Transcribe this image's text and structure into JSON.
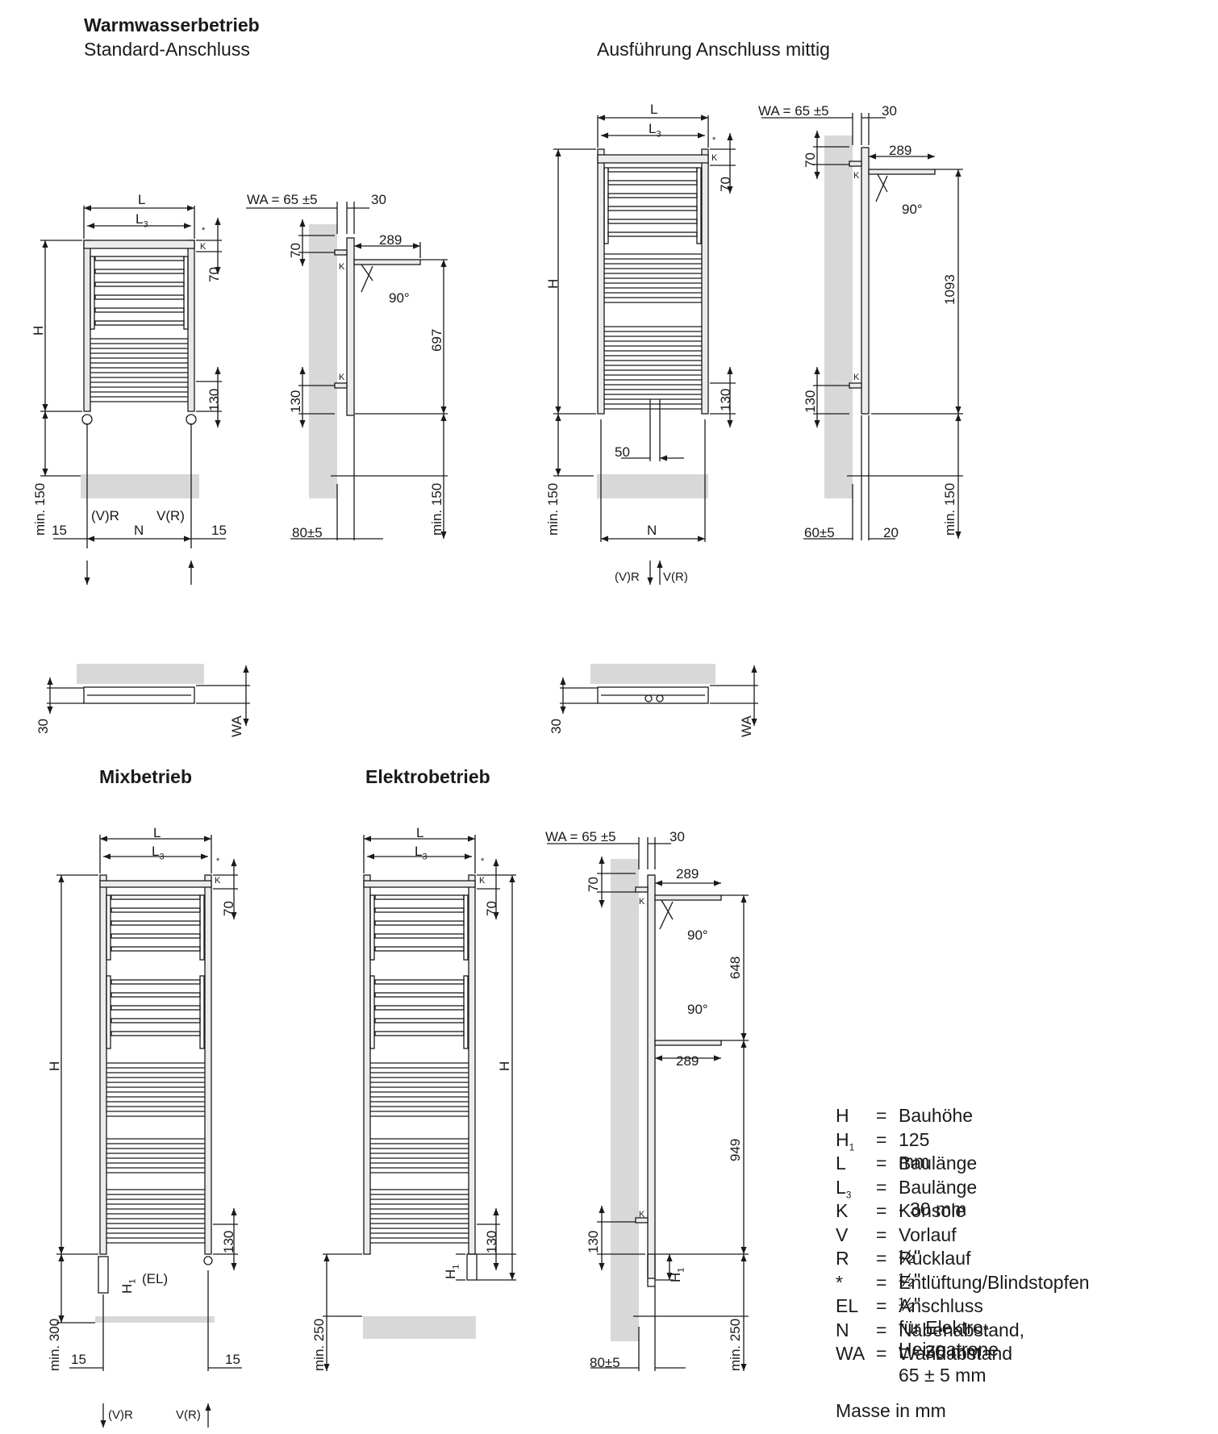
{
  "sections": {
    "warm_title": "Warmwasserbetrieb",
    "warm_subtitle": "Standard-Anschluss",
    "mittig_title": "Ausführung Anschluss mittig",
    "mix_title": "Mixbetrieb",
    "elektro_title": "Elektrobetrieb"
  },
  "dims": {
    "L": "L",
    "L3": "L",
    "L3_sub": "3",
    "H": "H",
    "H1": "H",
    "H1_sub": "1",
    "K": "K",
    "star": "*",
    "d70": "70",
    "d130": "130",
    "min150": "min. 150",
    "min300": "min. 300",
    "min250": "min. 250",
    "d15": "15",
    "N": "N",
    "VR": "(V)R",
    "RV": "V(R)",
    "WA_full": "WA = 65 ±5",
    "d30": "30",
    "d289": "289",
    "deg90": "90°",
    "d697": "697",
    "d1093": "1093",
    "d648": "648",
    "d949": "949",
    "d50": "50",
    "d80": "80±5",
    "d60": "60±5",
    "d20": "20",
    "WA": "WA",
    "EL": "(EL)"
  },
  "legend": [
    {
      "key": "H",
      "sub": "",
      "value": "Bauhöhe"
    },
    {
      "key": "H",
      "sub": "1",
      "value": "125 mm"
    },
    {
      "key": "L",
      "sub": "",
      "value": "Baulänge"
    },
    {
      "key": "L",
      "sub": "3",
      "value": "Baulänge - 30 mm"
    },
    {
      "key": "K",
      "sub": "",
      "value": "Konsole"
    },
    {
      "key": "V",
      "sub": "",
      "value": "Vorlauf ½\""
    },
    {
      "key": "R",
      "sub": "",
      "value": "Rücklauf ½\""
    },
    {
      "key": "*",
      "sub": "",
      "value": "Entlüftung/Blindstopfen ½\""
    },
    {
      "key": "EL",
      "sub": "",
      "value": "Anschluss für Elektro-Heizpatrone"
    },
    {
      "key": "N",
      "sub": "",
      "value": "Nabenabstand, L - 30 mm"
    },
    {
      "key": "WA",
      "sub": "",
      "value": "Wandabstand 65 ± 5 mm"
    }
  ],
  "legend_eq": "=",
  "footnote": "Masse in mm"
}
